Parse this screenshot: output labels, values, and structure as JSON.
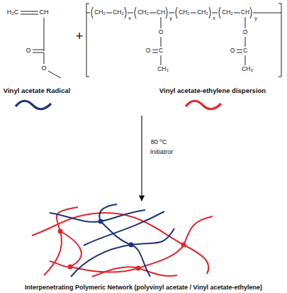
{
  "diagram": {
    "caption": "Interpenetrating Polymeric Network (polyvinyl acetate / Vinyl acetate-ethylene)",
    "labels": [
      "H₂C",
      "CH",
      "O",
      "O",
      "+",
      "CH₂",
      "CH₂",
      "x",
      "CH₂",
      "CH",
      "y",
      "CH₂",
      "CH₂",
      "x",
      "CH₂",
      "CH",
      "y",
      "O",
      "O",
      "O",
      "C",
      "O",
      "C",
      "CH₃",
      "CH₃",
      "Vinyl acetate Radical",
      "Vinyl acetate-ethylene dispersion",
      "80 ºC",
      "Initiatror"
    ]
  }
}
